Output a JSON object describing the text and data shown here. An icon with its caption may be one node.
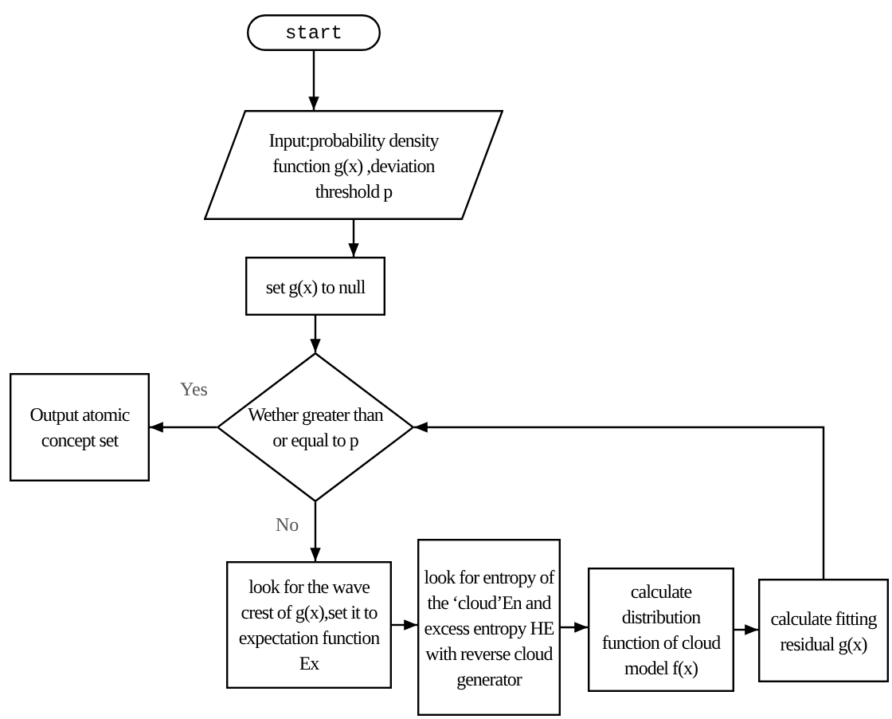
{
  "diagram": {
    "nodes": [
      {
        "text": [
          "start"
        ]
      },
      {
        "text": [
          "Input:probability density function g(x) ,deviation threshold p"
        ]
      },
      {
        "text": [
          "set g(x) to null"
        ]
      },
      {
        "text": [
          "Wether greater than or equal to p"
        ]
      },
      {
        "text": [
          "Output atomic concept set"
        ]
      },
      {
        "text": [
          "look for the wave crest of g(x),set it to expectation function Ex"
        ]
      },
      {
        "text": [
          "look for entropy of the ‘cloud’En and excess entropy HE with reverse cloud generator"
        ]
      },
      {
        "text": [
          "calculate distribution function of cloud model f(x)"
        ]
      },
      {
        "text": [
          "calculate fitting residual g(x)"
        ]
      }
    ],
    "edges": [
      {
        "from": 0,
        "to": 1,
        "arrow": "to"
      },
      {
        "from": 1,
        "to": 2,
        "arrow": "to"
      },
      {
        "from": 2,
        "to": 3,
        "arrow": "to"
      },
      {
        "from": 3,
        "to": 4,
        "arrow": "to",
        "label": "Yes"
      },
      {
        "from": 3,
        "to": 5,
        "arrow": "to",
        "label": "No"
      },
      {
        "from": 5,
        "to": 6,
        "arrow": "to"
      },
      {
        "from": 6,
        "to": 7,
        "arrow": "to"
      },
      {
        "from": 7,
        "to": 8,
        "arrow": "to"
      },
      {
        "from": 8,
        "to": 3,
        "arrow": "to"
      }
    ]
  }
}
